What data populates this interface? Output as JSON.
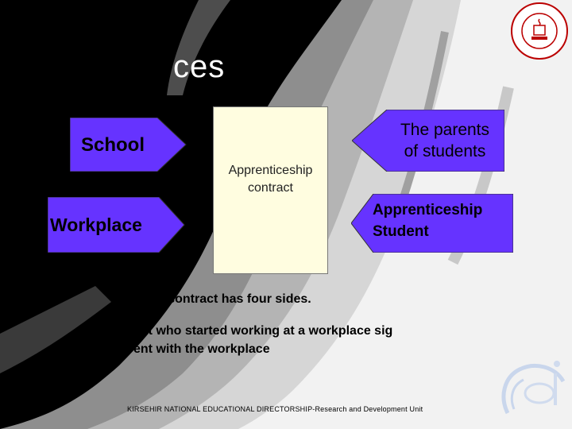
{
  "slide": {
    "title": "ces",
    "nodes": {
      "school": "School",
      "workplace": "Workplace",
      "parents_line1": "The parents",
      "parents_line2": "of students",
      "student_line1": "Apprenticeship",
      "student_line2": "Student"
    },
    "contract_line1": "Apprenticeship",
    "contract_line2": "contract",
    "bullet1": "eship contract has four sides.",
    "bullet2_line1": "ent who started working at a workplace sig",
    "bullet2_line2": "ent with the workplace",
    "footer": "KIRSEHIR NATIONAL EDUCATIONAL DIRECTORSHIP-Research and Development Unit",
    "logo_icon": "ministry-seal-icon",
    "corner_logo_icon": "arge-logo-icon"
  },
  "colors": {
    "arrow_fill": "#6633ff",
    "contract_fill": "#fffde0",
    "background_dark": "#000000",
    "background_light": "#ffffff"
  }
}
